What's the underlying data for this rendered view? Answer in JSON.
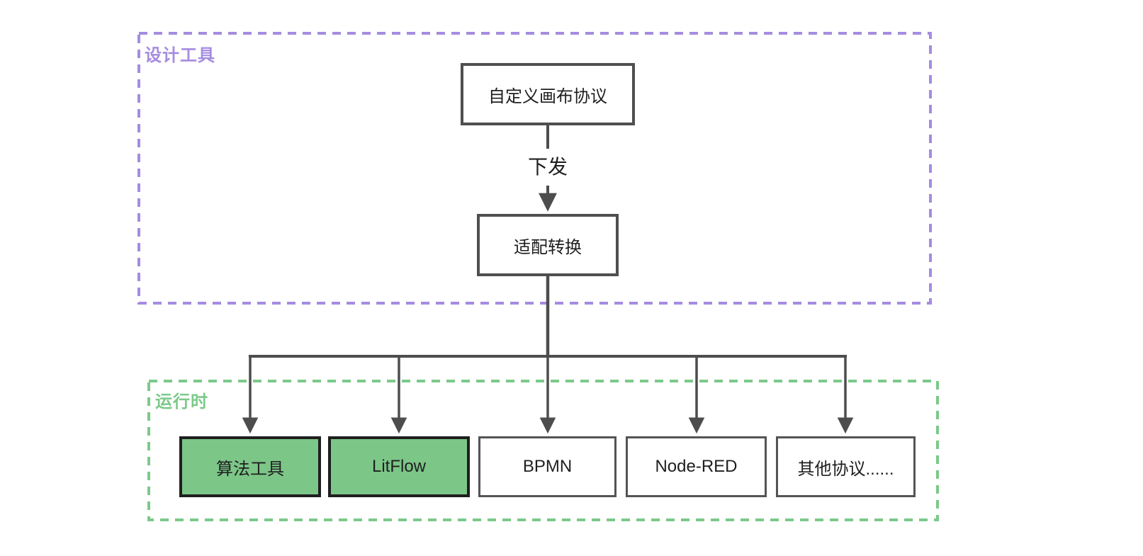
{
  "diagram": {
    "groups": {
      "design_tools": {
        "label": "设计工具",
        "accent_color": "#a58ce0"
      },
      "runtime": {
        "label": "运行时",
        "accent_color": "#7cc98a"
      }
    },
    "nodes": {
      "canvas_protocol": {
        "label": "自定义画布协议"
      },
      "adapter": {
        "label": "适配转换"
      },
      "targets": [
        {
          "label": "算法工具",
          "fill": "#7cc688",
          "highlighted": true
        },
        {
          "label": "LitFlow",
          "fill": "#7cc688",
          "highlighted": true
        },
        {
          "label": "BPMN",
          "fill": "#ffffff",
          "highlighted": false
        },
        {
          "label": "Node-RED",
          "fill": "#ffffff",
          "highlighted": false
        },
        {
          "label": "其他协议......",
          "fill": "#ffffff",
          "highlighted": false
        }
      ]
    },
    "edges": {
      "dispatch_label": "下发"
    },
    "colors": {
      "connector": "#4d4d4d",
      "dark_node_border": "#1f1f1f",
      "gray_node_border": "#545454"
    }
  }
}
